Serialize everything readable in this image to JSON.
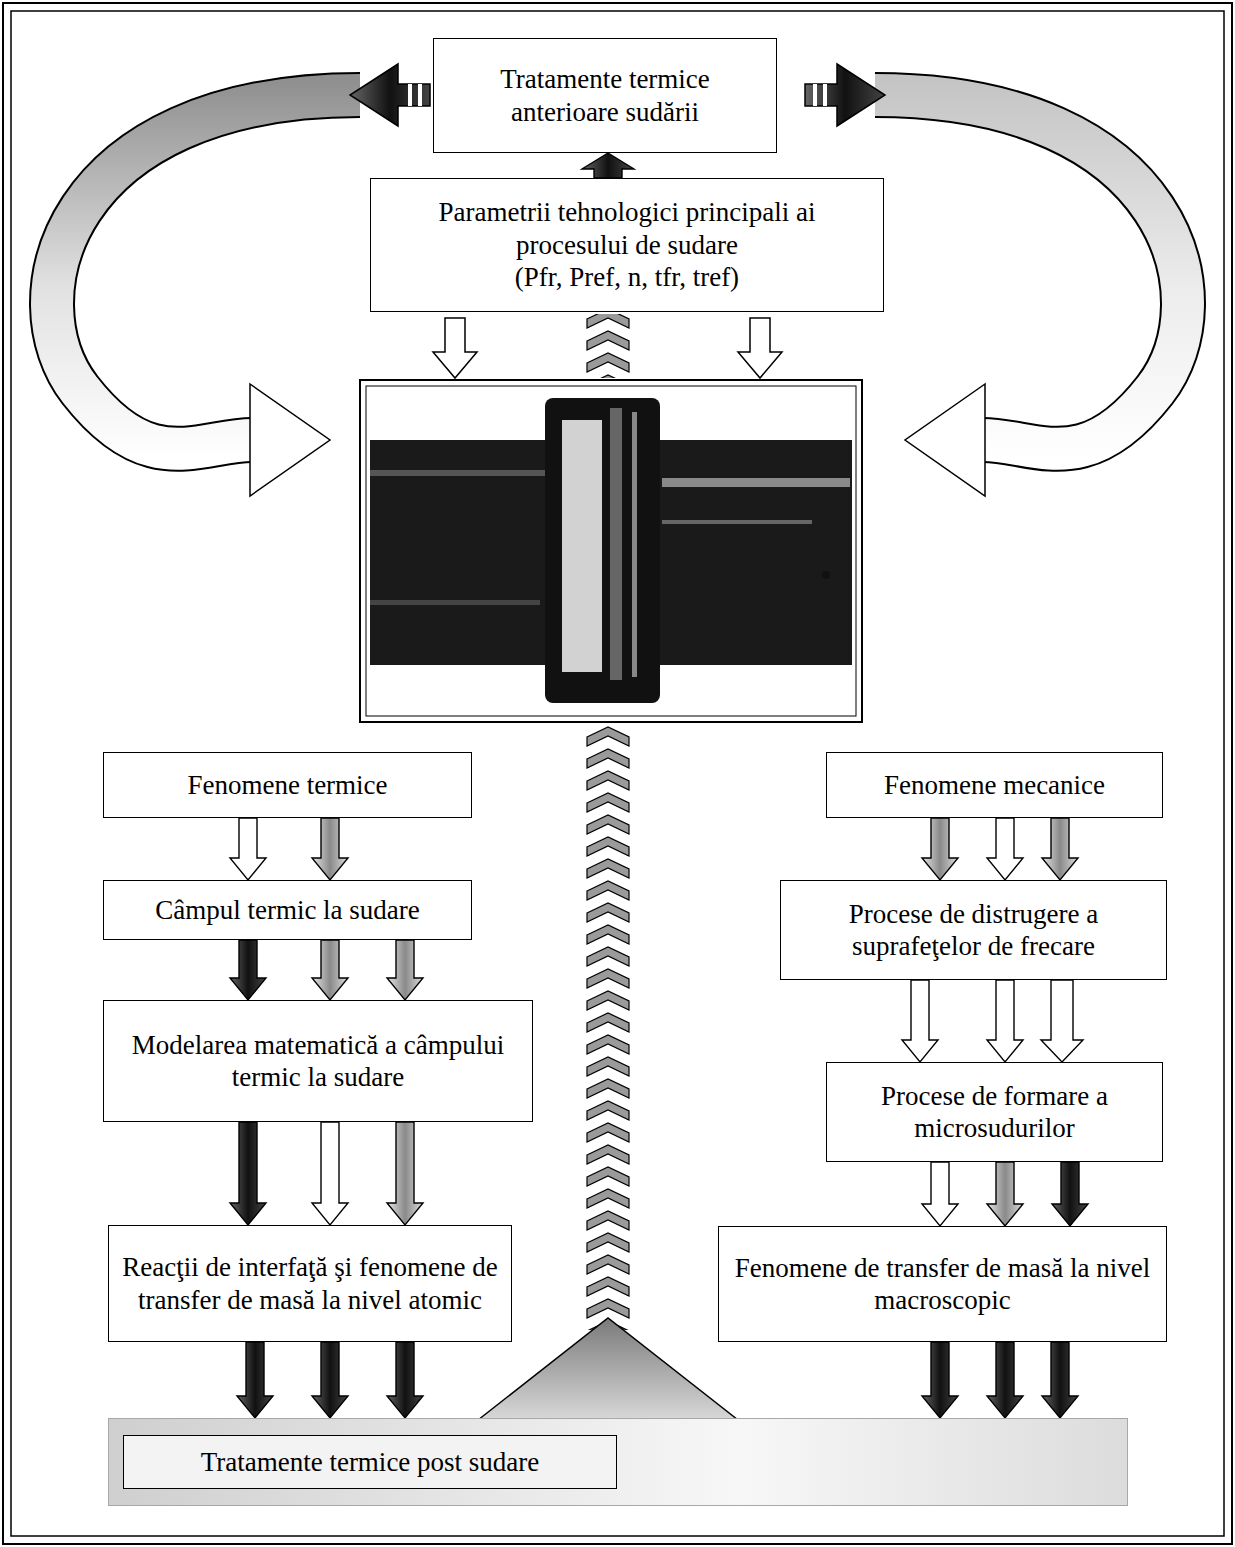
{
  "diagram": {
    "nodes": [
      {
        "text": [
          "Tratamente termice anterioare sudării"
        ]
      },
      {
        "text": [
          "Parametrii tehnologici principali ai procesului de sudare",
          "(Pfr, Pref, n, tfr, tref)"
        ]
      },
      {
        "text": [
          "Fenomene termice"
        ]
      },
      {
        "text": [
          "Câmpul termic la sudare"
        ]
      },
      {
        "text": [
          "Modelarea matematică a câmpului termic la sudare"
        ]
      },
      {
        "text": [
          "Reacţii de interfaţă şi fenomene de transfer de masă la nivel atomic"
        ]
      },
      {
        "text": [
          "Fenomene mecanice"
        ]
      },
      {
        "text": [
          "Procese de distrugere a suprafeţelor de frecare"
        ]
      },
      {
        "text": [
          "Procese de formare a microsudurilor"
        ]
      },
      {
        "text": [
          "Fenomene de transfer de masă la nivel macroscopic"
        ]
      },
      {
        "text": [
          "Tratamente termice post sudare"
        ]
      }
    ],
    "edges": [
      {
        "from": 1,
        "to": 0,
        "arrow": "to"
      },
      {
        "from": 2,
        "to": 3,
        "arrow": "to"
      },
      {
        "from": 3,
        "to": 4,
        "arrow": "to"
      },
      {
        "from": 4,
        "to": 5,
        "arrow": "to"
      },
      {
        "from": 5,
        "to": 10,
        "arrow": "to"
      },
      {
        "from": 6,
        "to": 7,
        "arrow": "to"
      },
      {
        "from": 7,
        "to": 8,
        "arrow": "to"
      },
      {
        "from": 8,
        "to": 9,
        "arrow": "to"
      },
      {
        "from": 9,
        "to": 10,
        "arrow": "to"
      }
    ]
  }
}
